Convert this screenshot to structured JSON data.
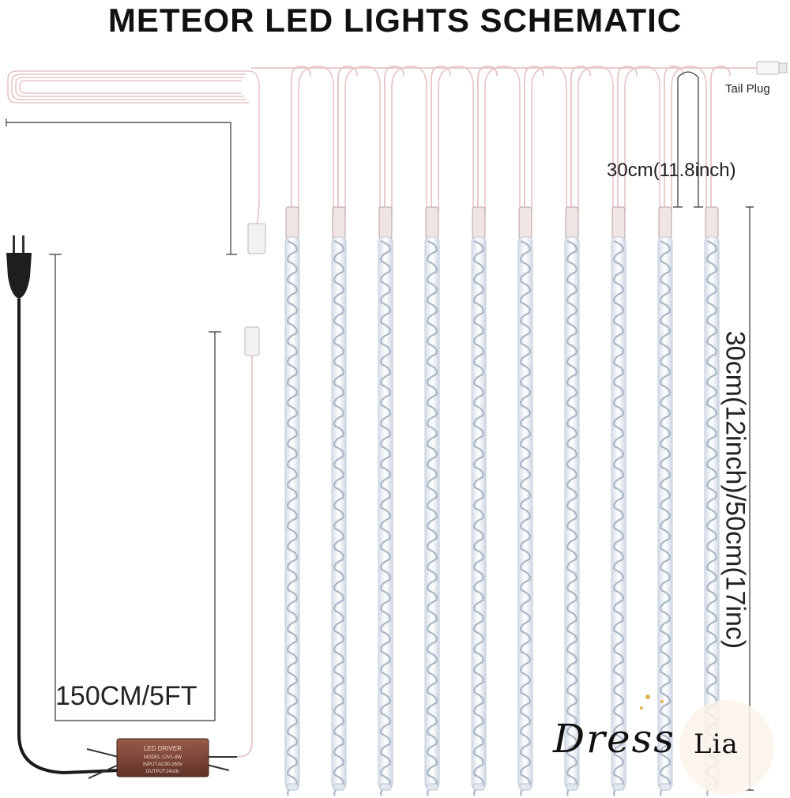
{
  "title": "METEOR LED LIGHTS SCHEMATIC",
  "labels": {
    "tail_plug": "Tail Plug",
    "tube_spacing": "30cm(11.8inch)",
    "cable_length": "150CM/5FT",
    "tube_length": "30cm(12inch)/50cm(17inc)"
  },
  "driver_box": {
    "line1": "LED DRIVER",
    "line2": "MODEL:12V1-8W",
    "line3": "INPUT:AC90-260V",
    "line4": "OUTPUT:24Vdc"
  },
  "brand": {
    "left": "Dress",
    "right": "Lia"
  },
  "tube_count": 10,
  "colors": {
    "wire": "#e7c4c4",
    "power_cable": "#1a1a1a",
    "tube": "#e9eef4",
    "driver": "#7a4638"
  }
}
